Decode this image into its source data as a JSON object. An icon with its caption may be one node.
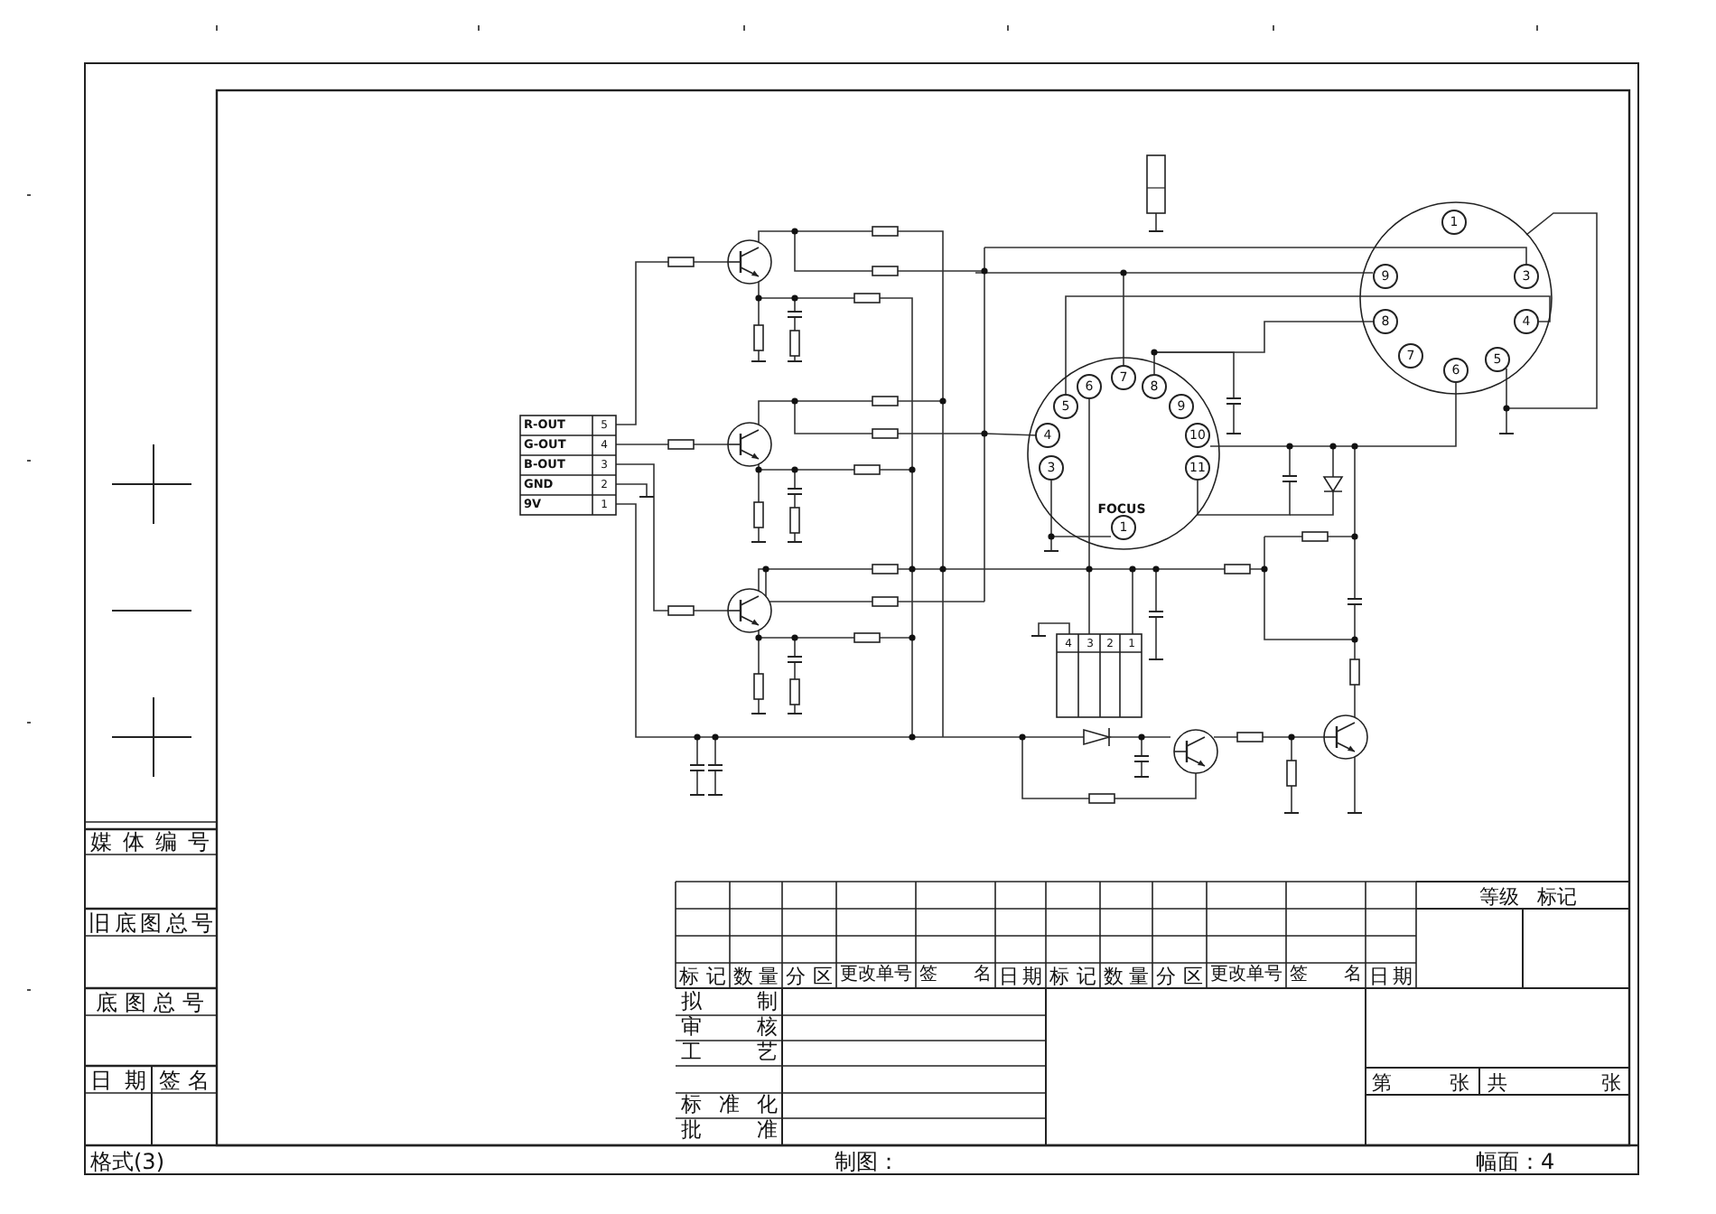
{
  "diagram": {
    "labels": [
      "R-OUT",
      "5",
      "G-OUT",
      "4",
      "B-OUT",
      "3",
      "GND",
      "2",
      "9V",
      "1",
      "5",
      "6",
      "7",
      "8",
      "9",
      "4",
      "10",
      "3",
      "11",
      "FOCUS",
      "1",
      "1",
      "9",
      "3",
      "8",
      "4",
      "7",
      "5",
      "6",
      "4",
      "3",
      "2",
      "1",
      "媒体编号",
      "旧底图总号",
      "底图总号",
      "日期",
      "签名",
      "等级",
      "标记",
      "标记",
      "数量",
      "分区",
      "更改单号",
      "签名",
      "日期",
      "标记",
      "数量",
      "分区",
      "更改单号",
      "签名",
      "日期",
      "拟制",
      "审核",
      "工艺",
      "标准化",
      "批准",
      "第",
      "张",
      "共",
      "张",
      "格式(3)",
      "制图：",
      "幅面：4"
    ]
  }
}
